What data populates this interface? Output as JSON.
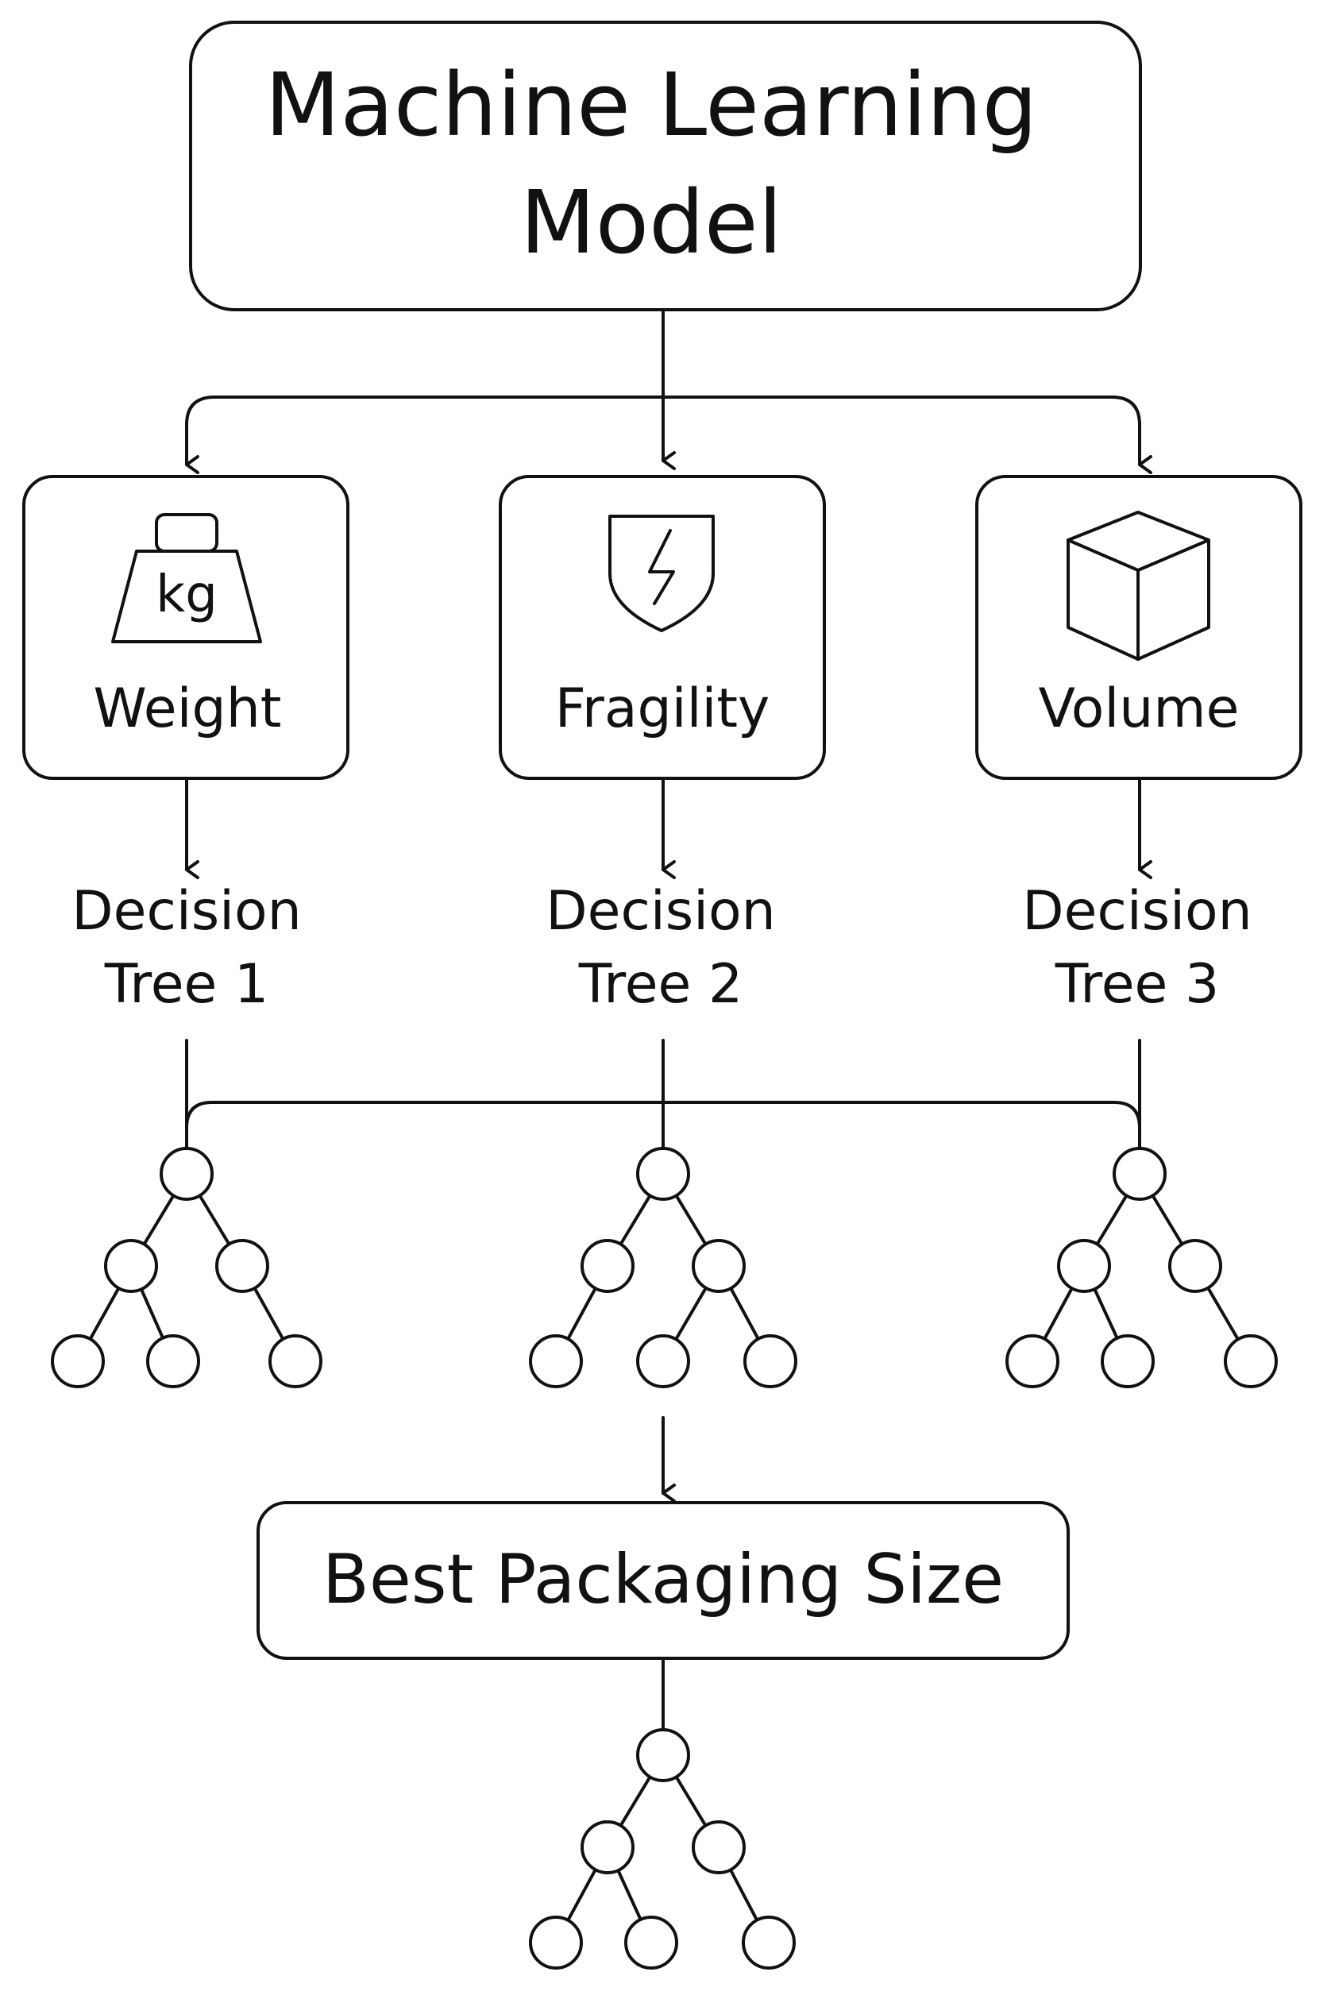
{
  "model": {
    "title_lines": [
      "Machine Learning",
      "Model"
    ]
  },
  "features": [
    {
      "id": "weight",
      "label": "Weight",
      "icon": "kg-weight-icon",
      "icon_text": "kg",
      "tree_label_lines": [
        "Decision",
        "Tree 1"
      ]
    },
    {
      "id": "fragility",
      "label": "Fragility",
      "icon": "fragile-shield-icon",
      "tree_label_lines": [
        "Decision",
        "Tree 2"
      ]
    },
    {
      "id": "volume",
      "label": "Volume",
      "icon": "cube-icon",
      "tree_label_lines": [
        "Decision",
        "Tree 3"
      ]
    }
  ],
  "output": {
    "label": "Best Packaging Size"
  }
}
